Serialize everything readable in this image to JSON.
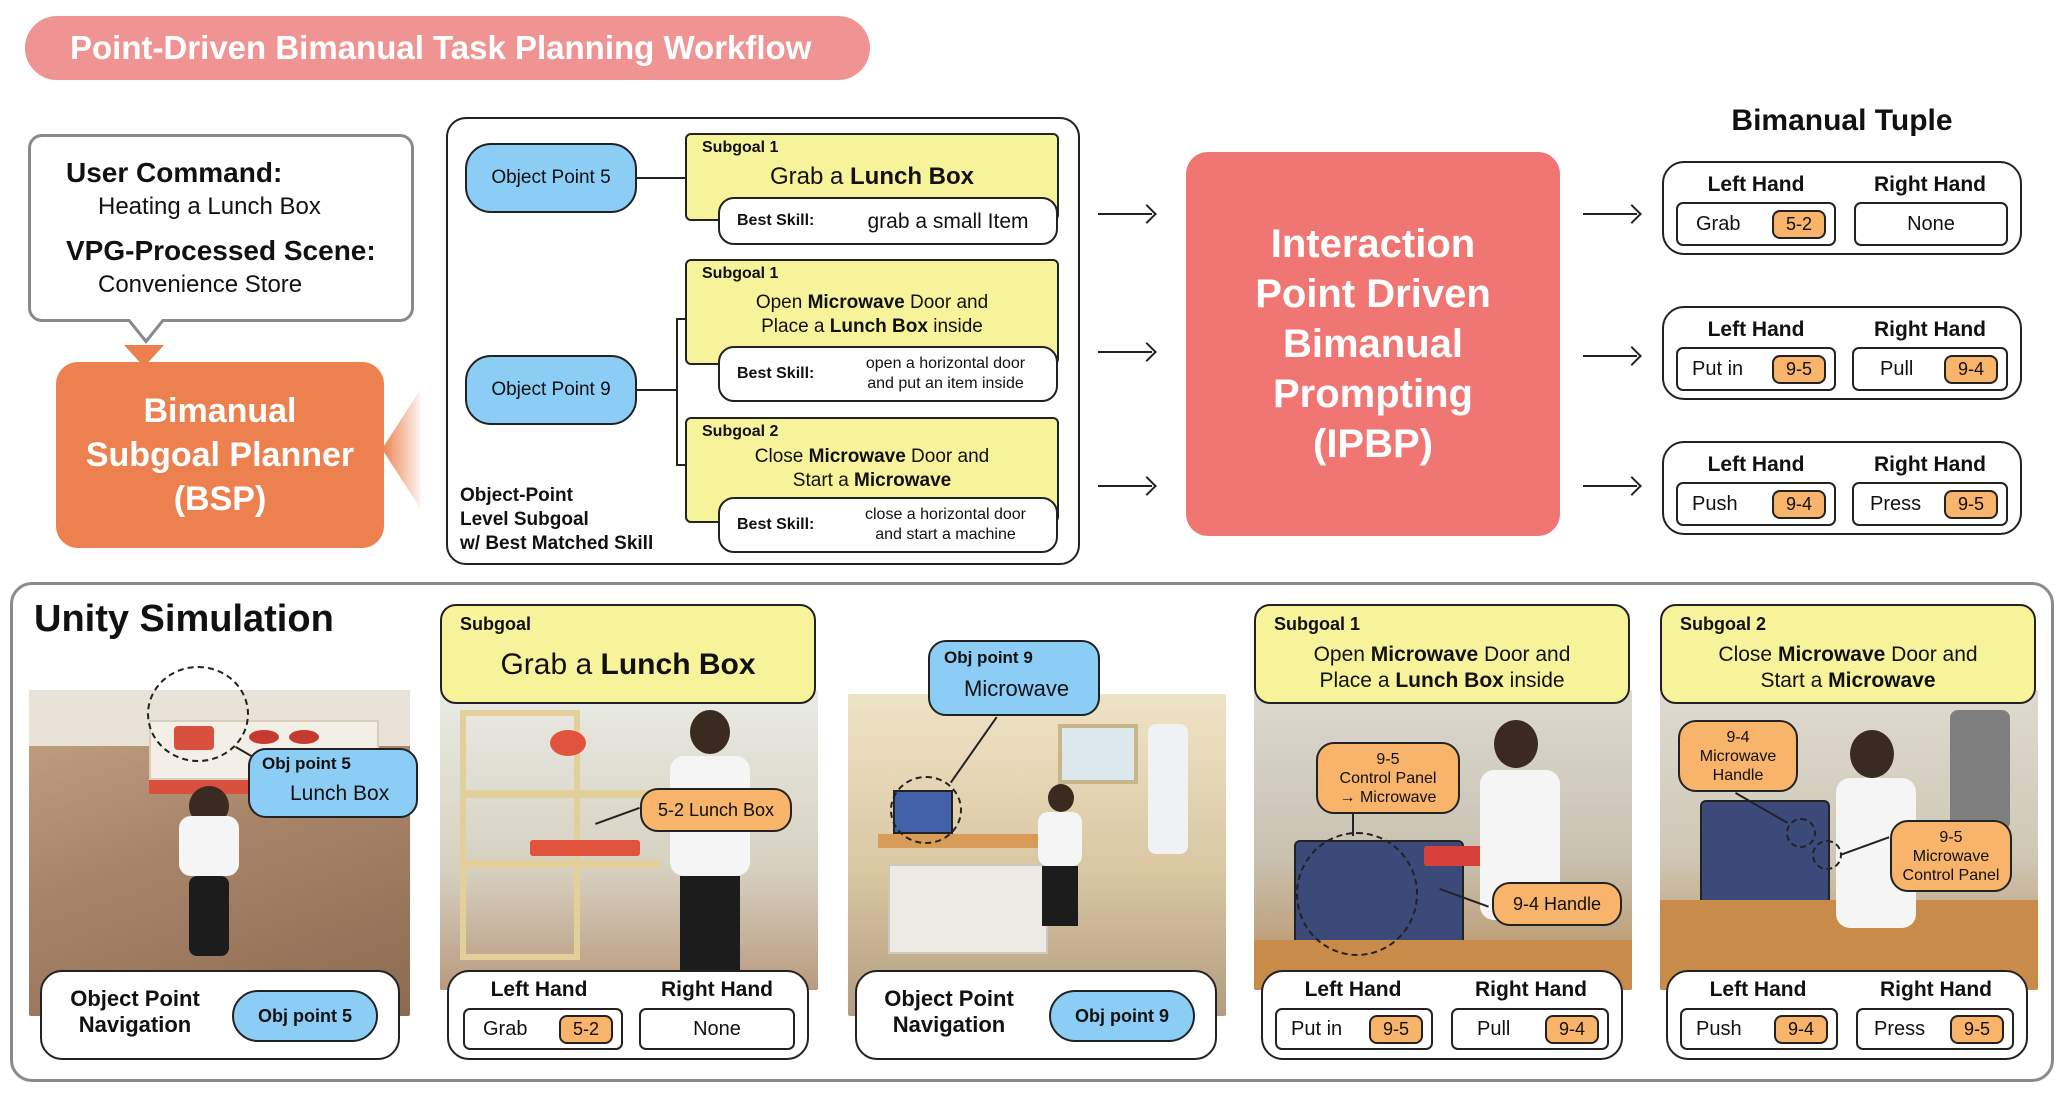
{
  "title": "Point-Driven Bimanual Task Planning Workflow",
  "user_command": {
    "cmd_heading": "User Command:",
    "cmd_value": "Heating a Lunch Box",
    "scene_heading": "VPG-Processed Scene:",
    "scene_value": "Convenience Store"
  },
  "bsp": {
    "line1": "Bimanual",
    "line2": "Subgoal Planner",
    "line3": "(BSP)"
  },
  "middle": {
    "object_points": [
      "Object Point 5",
      "Object Point 9"
    ],
    "subgoals": [
      {
        "label": "Subgoal 1",
        "pre": "Grab a ",
        "b1": "Lunch Box",
        "best": "Best Skill:",
        "skill": "grab a small Item"
      },
      {
        "label": "Subgoal 1",
        "pre": "Open ",
        "b1": "Microwave",
        "mid": " Door and",
        "pre2": "Place a ",
        "b2": "Lunch Box",
        "post2": " inside",
        "best": "Best Skill:",
        "skill1": "open a horizontal door",
        "skill2": "and put an item inside"
      },
      {
        "label": "Subgoal 2",
        "pre": "Close ",
        "b1": "Microwave",
        "mid": " Door and",
        "pre2": "Start a ",
        "b2": "Microwave",
        "best": "Best Skill:",
        "skill1": "close a horizontal door",
        "skill2": "and start a machine"
      }
    ],
    "caption": [
      "Object-Point",
      "Level Subgoal",
      "w/ Best Matched Skill"
    ]
  },
  "ipbp": {
    "line1": "Interaction",
    "line2": "Point Driven",
    "line3": "Bimanual",
    "line4": "Prompting",
    "line5": "(IPBP)"
  },
  "tuple": {
    "title": "Bimanual Tuple",
    "left_label": "Left Hand",
    "right_label": "Right Hand",
    "rows": [
      {
        "left_action": "Grab",
        "left_point": "5-2",
        "right_action": "None",
        "right_point": ""
      },
      {
        "left_action": "Put in",
        "left_point": "9-5",
        "right_action": "Pull",
        "right_point": "9-4"
      },
      {
        "left_action": "Push",
        "left_point": "9-4",
        "right_action": "Press",
        "right_point": "9-5"
      }
    ]
  },
  "unity": {
    "title": "Unity Simulation",
    "panel1": {
      "tag_small": "Obj point 5",
      "tag_big": "Lunch Box",
      "nav": [
        "Object Point",
        "Navigation"
      ],
      "chip": "Obj point 5"
    },
    "panel2": {
      "label": "Subgoal",
      "pre": "Grab a ",
      "b1": "Lunch Box",
      "point": "5-2 Lunch Box",
      "left_action": "Grab",
      "left_point": "5-2",
      "right_action": "None"
    },
    "panel3": {
      "tag_small": "Obj point 9",
      "tag_big": "Microwave",
      "nav": [
        "Object Point",
        "Navigation"
      ],
      "chip": "Obj point 9"
    },
    "panel4": {
      "label": "Subgoal 1",
      "pre": "Open ",
      "b1": "Microwave",
      "mid": " Door and",
      "pre2": "Place a ",
      "b2": "Lunch Box",
      "post2": " inside",
      "point_a": [
        "9-5",
        "Control Panel",
        "→ Microwave"
      ],
      "point_b": "9-4 Handle",
      "left_action": "Put in",
      "left_point": "9-5",
      "right_action": "Pull",
      "right_point": "9-4"
    },
    "panel5": {
      "label": "Subgoal 2",
      "pre": "Close ",
      "b1": "Microwave",
      "mid": " Door and",
      "pre2": "Start a ",
      "b2": "Microwave",
      "point_a": [
        "9-4",
        "Microwave",
        "Handle"
      ],
      "point_b": [
        "9-5",
        "Microwave",
        "Control Panel"
      ],
      "left_action": "Push",
      "left_point": "9-4",
      "right_action": "Press",
      "right_point": "9-5"
    }
  },
  "colors": {
    "title_pill": "#ef9493",
    "bsp": "#ec814f",
    "ipbp": "#f07674",
    "object_point": "#8ccdf6",
    "subgoal": "#f7f39a",
    "point_badge": "#f7b46a"
  }
}
